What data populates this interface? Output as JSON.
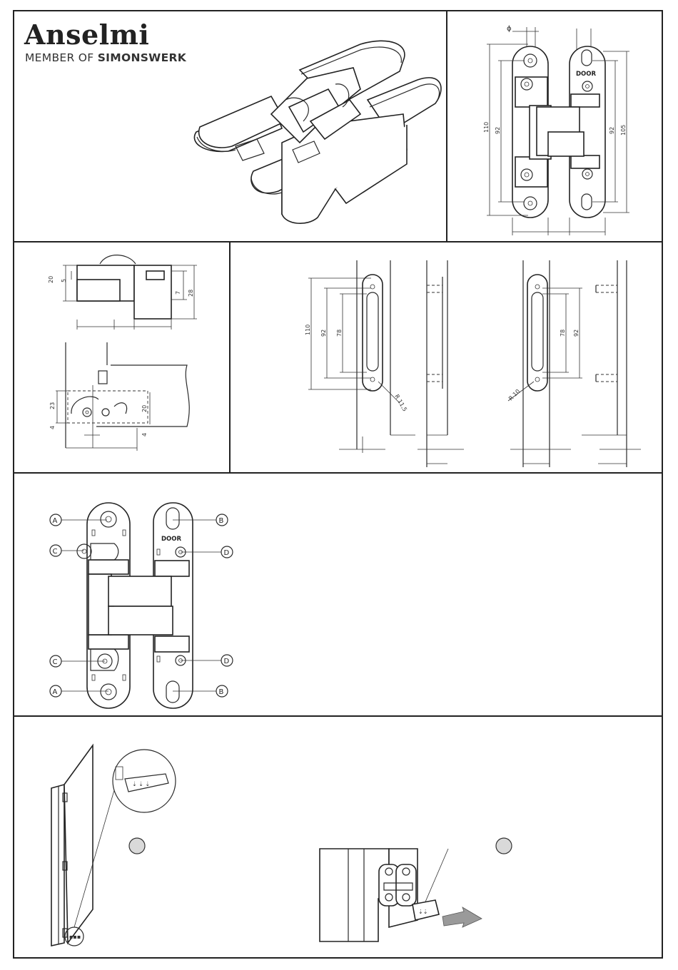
{
  "brand": {
    "name": "Anselmi",
    "member_prefix": "MEMBER OF ",
    "member_name": "SIMONSWERK"
  },
  "front_view": {
    "phi_symbol": "ϕ",
    "dims": [
      "110",
      "92",
      "92",
      "105"
    ],
    "door_label": "DOOR"
  },
  "side_view": {
    "dims": [
      "20",
      "5",
      "7",
      "28",
      "23",
      "4",
      "20",
      "4"
    ]
  },
  "routing": {
    "left_dims": [
      "110",
      "92",
      "78"
    ],
    "left_radius": "R 11,5",
    "right_dims": [
      "78",
      "92"
    ],
    "right_radius": "R 10"
  },
  "adjust": {
    "door_label": "DOOR",
    "callouts_left": [
      "A",
      "C",
      "C",
      "A"
    ],
    "callouts_right": [
      "B",
      "D",
      "D",
      "B"
    ]
  },
  "steps": [
    {
      "marker": ""
    },
    {
      "marker": ""
    }
  ]
}
